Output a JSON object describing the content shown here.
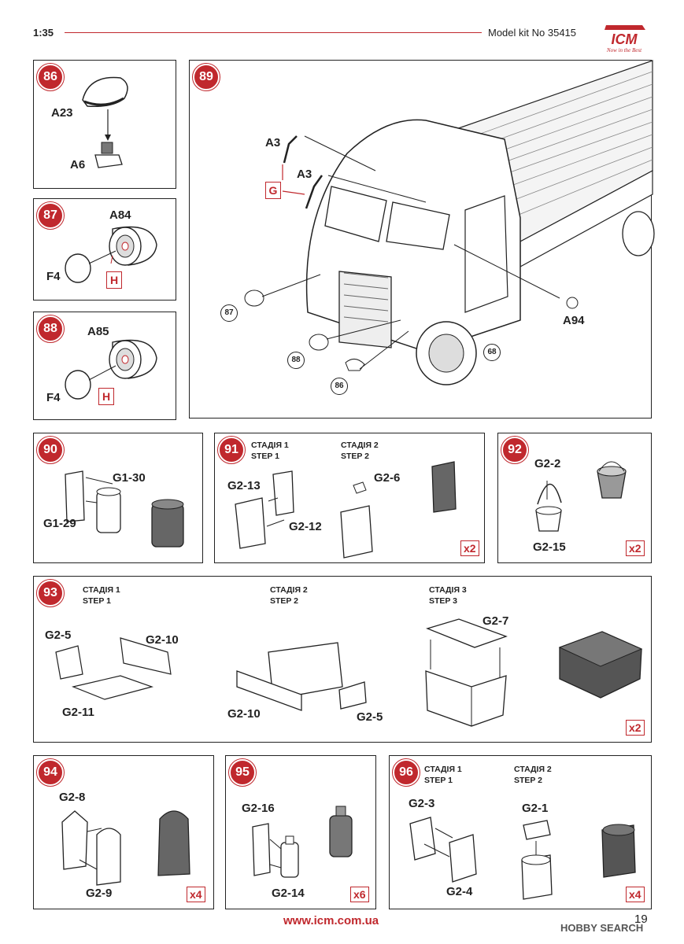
{
  "header": {
    "scale": "1:35",
    "kit": "Model kit No 35415"
  },
  "logo": {
    "text": "ICM",
    "tagline": "Now in the Best",
    "icon": "icm-logo-icon"
  },
  "footer": {
    "url": "www.icm.com.ua",
    "page": "19",
    "watermark": "HOBBY SEARCH"
  },
  "steps": {
    "s86": {
      "num": "86",
      "parts": [
        "A23",
        "A6"
      ]
    },
    "s87": {
      "num": "87",
      "parts": [
        "A84",
        "F4"
      ],
      "mark": "H"
    },
    "s88": {
      "num": "88",
      "parts": [
        "A85",
        "F4"
      ],
      "mark": "H"
    },
    "s89": {
      "num": "89",
      "parts": [
        "A3",
        "A3",
        "A94"
      ],
      "mark": "G",
      "refs": [
        "87",
        "88",
        "86",
        "68"
      ]
    },
    "s90": {
      "num": "90",
      "parts": [
        "G1-30",
        "G1-29"
      ]
    },
    "s91": {
      "num": "91",
      "stage1": "СТАДІЯ 1",
      "step1": "STEP 1",
      "stage2": "СТАДІЯ 2",
      "step2": "STEP 2",
      "parts": [
        "G2-13",
        "G2-12",
        "G2-6"
      ],
      "qty": "x2"
    },
    "s92": {
      "num": "92",
      "parts": [
        "G2-2",
        "G2-15"
      ],
      "qty": "x2"
    },
    "s93": {
      "num": "93",
      "stage1": "СТАДІЯ 1",
      "step1": "STEP 1",
      "stage2": "СТАДІЯ 2",
      "step2": "STEP 2",
      "stage3": "СТАДІЯ 3",
      "step3": "STEP 3",
      "parts": [
        "G2-5",
        "G2-10",
        "G2-11",
        "G2-10",
        "G2-5",
        "G2-7"
      ],
      "qty": "x2"
    },
    "s94": {
      "num": "94",
      "parts": [
        "G2-8",
        "G2-9"
      ],
      "qty": "x4"
    },
    "s95": {
      "num": "95",
      "parts": [
        "G2-16",
        "G2-14"
      ],
      "qty": "x6"
    },
    "s96": {
      "num": "96",
      "stage1": "СТАДІЯ 1",
      "step1": "STEP 1",
      "stage2": "СТАДІЯ 2",
      "step2": "STEP 2",
      "parts": [
        "G2-3",
        "G2-1",
        "G2-4"
      ],
      "qty": "x4"
    }
  }
}
